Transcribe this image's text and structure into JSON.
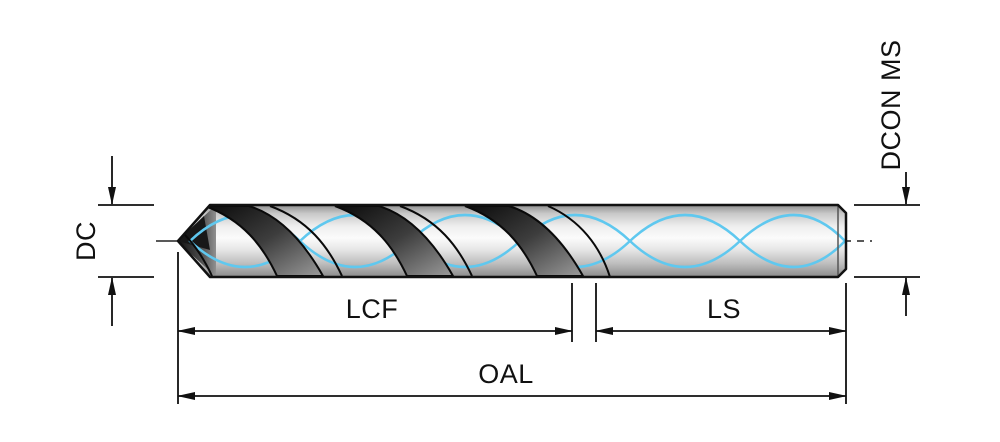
{
  "diagram": {
    "labels": {
      "dc": "DC",
      "dcon_ms": "DCON MS",
      "lcf": "LCF",
      "ls": "LS",
      "oal": "OAL"
    },
    "colors": {
      "coolant_blue": "#5fc8ef",
      "outline_black": "#111111",
      "background": "#ffffff"
    }
  }
}
